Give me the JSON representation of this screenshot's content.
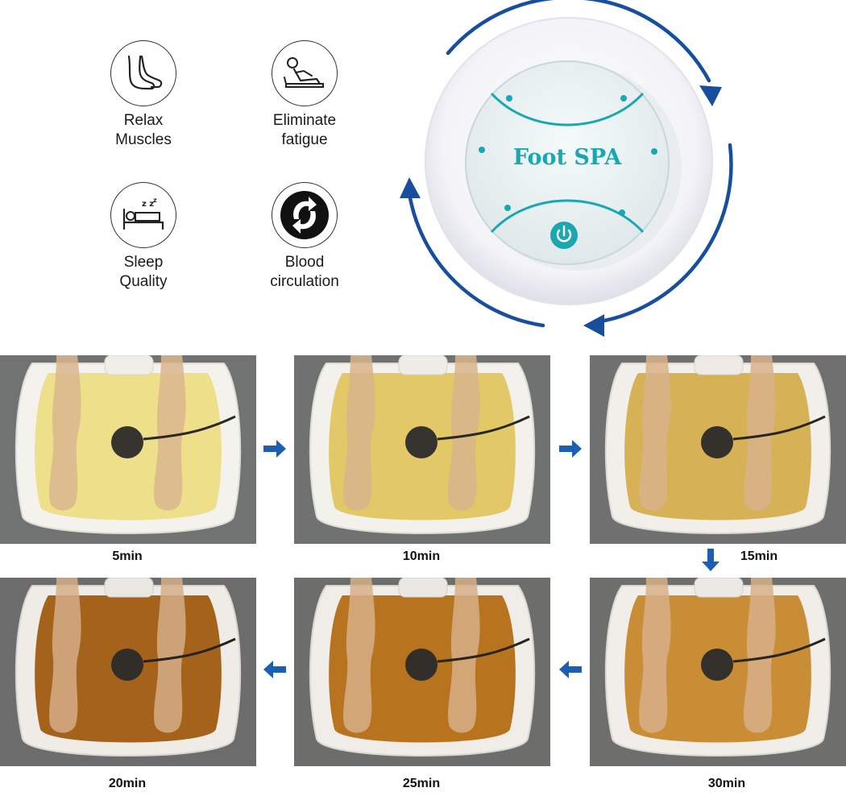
{
  "benefits": [
    {
      "key": "relax",
      "icon": "foot-icon",
      "line1": "Relax",
      "line2": "Muscles"
    },
    {
      "key": "fatigue",
      "icon": "reclining-person-icon",
      "line1": "Eliminate",
      "line2": "fatigue"
    },
    {
      "key": "sleep",
      "icon": "sleeping-person-icon",
      "line1": "Sleep",
      "line2": "Quality"
    },
    {
      "key": "blood",
      "icon": "circulation-arrows-icon",
      "line1": "Blood",
      "line2": "circulation"
    }
  ],
  "device": {
    "title": "Foot SPA",
    "power_icon": "power-icon",
    "accent": "#1aa7b2",
    "cycle_arrow_color": "#174f9e"
  },
  "stages": [
    {
      "label": "5min",
      "water_color": "#efe08c"
    },
    {
      "label": "10min",
      "water_color": "#e3c868"
    },
    {
      "label": "15min",
      "water_color": "#d7b257"
    },
    {
      "label": "20min",
      "water_color": "#a4621a"
    },
    {
      "label": "25min",
      "water_color": "#b8731f"
    },
    {
      "label": "30min",
      "water_color": "#c98f36"
    }
  ],
  "flow_arrow_color": "#1a5fb4"
}
